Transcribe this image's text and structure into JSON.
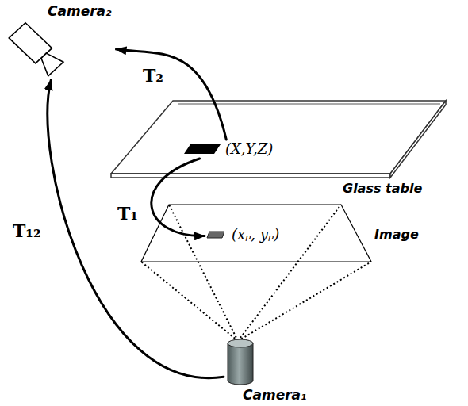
{
  "diagram": {
    "nodes": [
      {
        "text": [
          "Camera₂"
        ]
      },
      {
        "text": [
          "(X,Y,Z)"
        ]
      },
      {
        "text": [
          "(xₚ, yₚ)"
        ]
      },
      {
        "text": [
          "Camera₁"
        ]
      }
    ],
    "edges": [
      {
        "from": 1,
        "to": 0,
        "arrow": "to",
        "label": "T₂"
      },
      {
        "from": 1,
        "to": 2,
        "arrow": "to",
        "label": "T₁"
      },
      {
        "from": 3,
        "to": 0,
        "arrow": "to",
        "label": "T₁₂"
      }
    ],
    "labels": [
      "Glass table",
      "Image"
    ]
  }
}
